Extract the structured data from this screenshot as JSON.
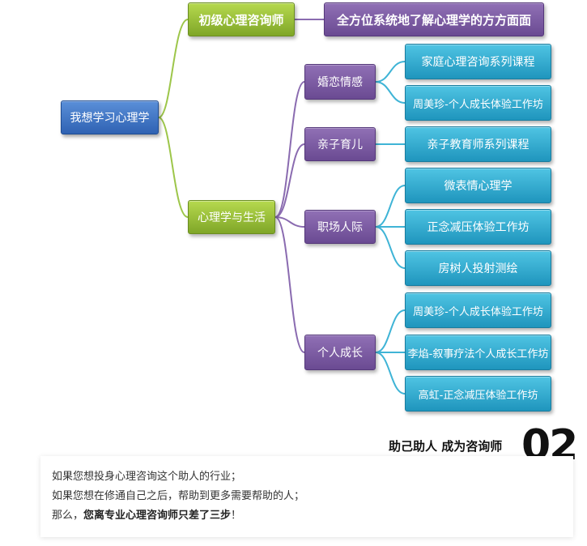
{
  "diagram": {
    "root": "我想学习心理学",
    "branches": [
      {
        "label": "初级心理咨询师",
        "children": [
          {
            "label": "全方位系统地了解心理学的方方面面"
          }
        ]
      },
      {
        "label": "心理学与生活",
        "children": [
          {
            "label": "婚恋情感",
            "children": [
              "家庭心理咨询系列课程",
              "周美珍-个人成长体验工作坊"
            ]
          },
          {
            "label": "亲子育儿",
            "children": [
              "亲子教育师系列课程"
            ]
          },
          {
            "label": "职场人际",
            "children": [
              "微表情心理学",
              "正念减压体验工作坊",
              "房树人投射测绘"
            ]
          },
          {
            "label": "个人成长",
            "children": [
              "周美珍-个人成长体验工作坊",
              "李焰-叙事疗法个人成长工作坊",
              "高虹-正念减压体验工作坊"
            ]
          }
        ]
      }
    ],
    "colors": {
      "root": "#3a6fc4",
      "level1": "#99c23a",
      "level2": "#7a58a3",
      "leaf": "#2fafd3",
      "connector_green": "#9dc64a",
      "connector_purple": "#8a6bb0",
      "connector_cyan": "#3fb4d6"
    }
  },
  "section": {
    "title": "助己助人 成为咨询师",
    "number": "02"
  },
  "card": {
    "line1": "如果您想投身心理咨询这个助人的行业；",
    "line2": "如果您想在修通自己之后，帮助到更多需要帮助的人；",
    "line3_prefix": "那么，",
    "line3_bold": "您离专业心理咨询师只差了三步",
    "line3_suffix": "！"
  }
}
